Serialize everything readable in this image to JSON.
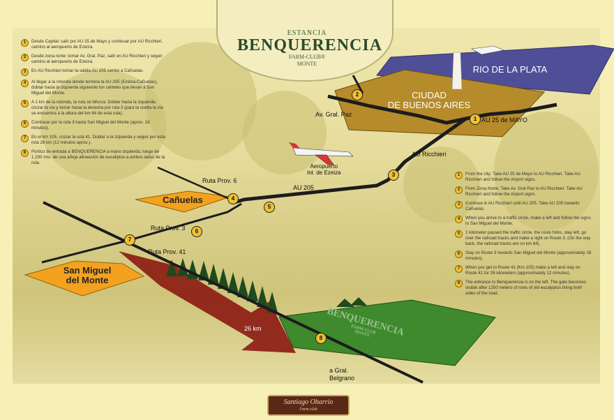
{
  "header": {
    "estancia": "ESTANCIA",
    "brand": "BENQUERENCIA",
    "subtitle1": "FARM-CLUB®",
    "subtitle2": "MONTE"
  },
  "places": {
    "rio": "RIO DE LA PLATA",
    "ciudad_line1": "CIUDAD",
    "ciudad_line2": "DE BUENOS AIRES",
    "canuelas": "Cañuelas",
    "sanmiguel_line1": "San Miguel",
    "sanmiguel_line2": "del Monte",
    "destination": "BENQUERENCIA",
    "destination_sub1": "FARM-CLUB",
    "destination_sub2": "MONTE"
  },
  "roads": {
    "gral_paz": "Av. Gral. Paz",
    "au25": "AU 25 de MAYO",
    "richieri": "AU Ricchieri",
    "au205": "AU 205",
    "ruta6": "Ruta Prov. 6",
    "ruta3": "Ruta Prov. 3",
    "ruta41": "Ruta Prov. 41",
    "km26": "26 km",
    "belgrano_line1": "a Gral.",
    "belgrano_line2": "Belgrano",
    "airport_line1": "Aeropuerto",
    "airport_line2": "Int. de Ezeiza"
  },
  "markers": [
    "1",
    "2",
    "3",
    "4",
    "5",
    "6",
    "7",
    "8"
  ],
  "steps_es": [
    {
      "n": "1",
      "text": "Desde Capital: salir por AU 25 de Mayo y continuar por AU Ricchieri, camino al aeropuerto de Ezeiza."
    },
    {
      "n": "2",
      "text": "Desde zona norte: tomar Av. Gral. Paz, salir en AU Ricchieri y seguir camino al aeropuerto de Ezeiza."
    },
    {
      "n": "3",
      "text": "En AU Ricchieri tomar la salida AU 205 rumbo a Cañuelas."
    },
    {
      "n": "4",
      "text": "Al llegar a la rotonda donde termina la AU 205 (Ezeiza-Cañuelas), doblar hacia la izquierda siguiendo los carteles que llevan a San Miguel del Monte."
    },
    {
      "n": "5",
      "text": "A 1 km de la rotonda, la ruta se bifurca. Doblar hacia la izquierda, cruzar la vía y tomar hacia la derecha por ruta 3 (para la vuelta la vía se encuentra a la altura del km 64 de esta ruta)."
    },
    {
      "n": "6",
      "text": "Continuar por la ruta 3 hasta San Miguel del Monte (aprox. 18 minutos)."
    },
    {
      "n": "7",
      "text": "En el km 105, cruzar la ruta 41. Doblar a la izquierda y seguir por esta ruta 26 km (12 minutos aprox.)."
    },
    {
      "n": "8",
      "text": "Pórtico de entrada a BENQUERENCIA a mano izquierda, luego de 1.200 mts. de una añeja alineación de eucaliptus a ambos lados de la ruta."
    }
  ],
  "steps_en": [
    {
      "n": "1",
      "text": "From the city: Take AU 25 de Mayo to AU Ricchieri. Take AU Ricchieri and follow the Airport signs."
    },
    {
      "n": "2",
      "text": "From Zona Norte: Take Av. Gral Paz to AU Ricchieri. Take AU Ricchieri and follow the Airport signs."
    },
    {
      "n": "3",
      "text": "Continue in AU Ricchieri until AU 205. Take AU 205 towards Cañuelas."
    },
    {
      "n": "4",
      "text": "When you arrive to a traffic circle, make a left and follow the signs to San Miguel del Monte."
    },
    {
      "n": "5",
      "text": "1 kilometer passed the traffic circle, the route forks, stay left, go over the railroad tracks and make a right on Route 3. (On the way back, the railroad tracks are on km 64)."
    },
    {
      "n": "6",
      "text": "Stay on Route 3 towards San Miguel del Monte (approximately 18 minutes)."
    },
    {
      "n": "7",
      "text": "When you get to Route 41 (Km 105) make a left and stay on Route 41 for 26 kilometers (approximately 12 minutes)."
    },
    {
      "n": "8",
      "text": "The entrance to Benquerencia is on the left. The gate becomes visible after 1200 meters of rows of old eucalyptus lining both sides of the road."
    }
  ],
  "footer": {
    "line1": "Santiago Obarrio",
    "line2": "Farm club"
  },
  "colors": {
    "road": "#1c1c1c",
    "ciudad": "#b68b2a",
    "rio": "#4f4f98",
    "town": "#f3a21f",
    "field": "#3f8a2c",
    "arrow": "#8b1a12",
    "marker": "#f0c030"
  }
}
